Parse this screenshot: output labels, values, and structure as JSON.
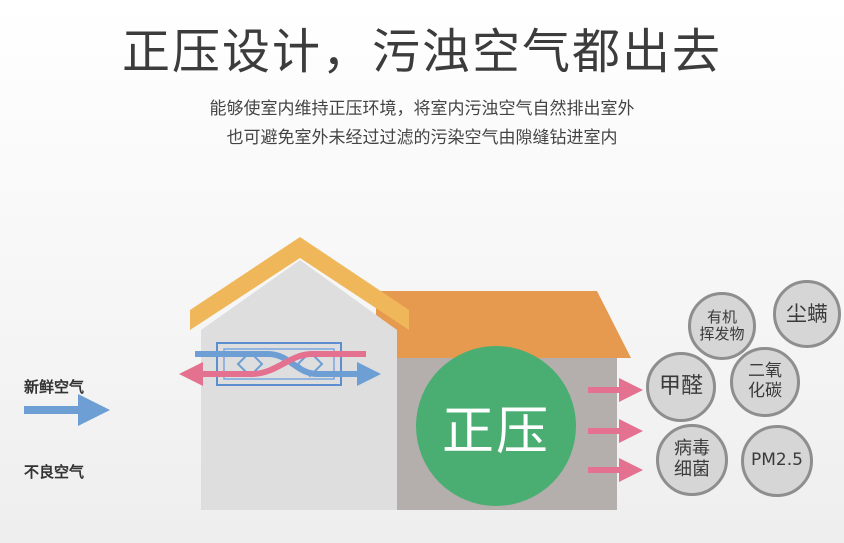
{
  "header": {
    "title": "正压设计，污浊空气都出去",
    "subtitle_line1": "能够使室内维持正压环境，将室内污浊空气自然排出室外",
    "subtitle_line2": "也可避免室外未经过过滤的污染空气由隙缝钻进室内"
  },
  "legend": {
    "fresh_air": "新鲜空气",
    "bad_air": "不良空气"
  },
  "house": {
    "pressure_label": "正压"
  },
  "pollutants": [
    {
      "line1": "有机",
      "line2": "挥发物"
    },
    {
      "line1": "尘螨",
      "line2": ""
    },
    {
      "line1": "甲醛",
      "line2": ""
    },
    {
      "line1": "二氧",
      "line2": "化碳"
    },
    {
      "line1": "病毒",
      "line2": "细菌"
    },
    {
      "line1": "PM2.5",
      "line2": ""
    }
  ],
  "colors": {
    "fresh_blue": "#6e9fd4",
    "bad_pink": "#e3718f",
    "roof_yellow": "#f0b75a",
    "roof_orange": "#e69a4f",
    "wall_left": "#dedede",
    "wall_right": "#b4afac",
    "green": "#4aad72"
  }
}
